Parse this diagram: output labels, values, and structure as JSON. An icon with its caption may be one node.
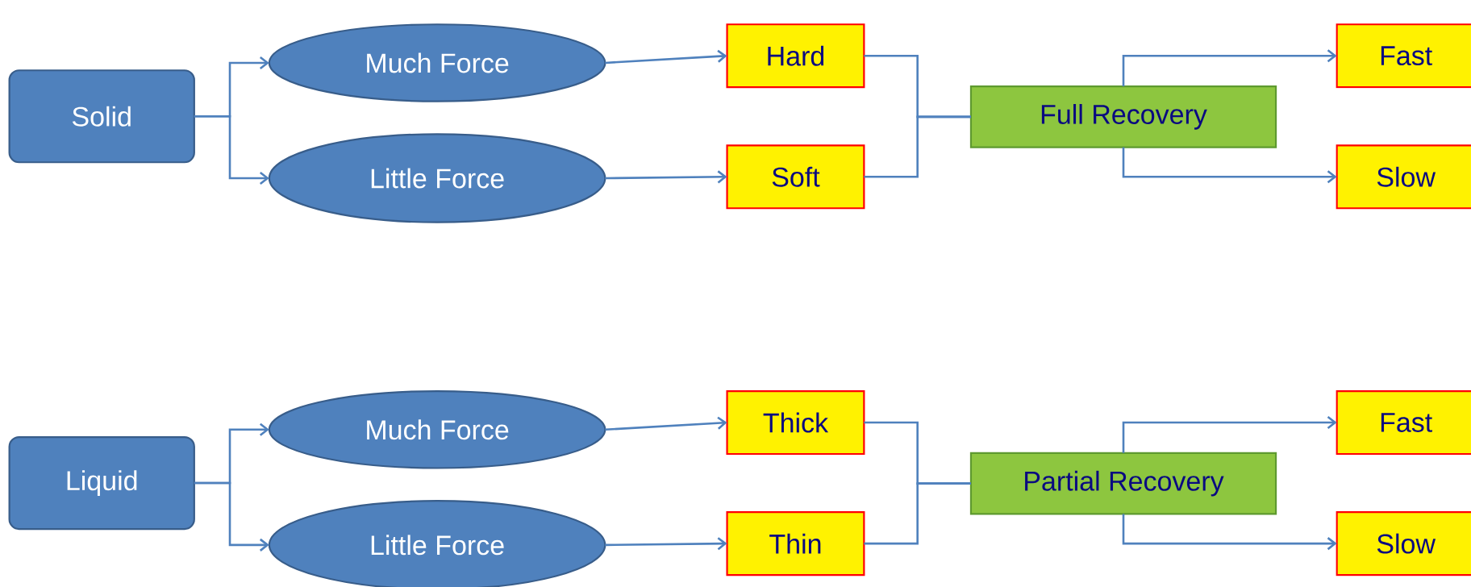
{
  "diagram": {
    "nodes": [
      {
        "text": [
          "Solid"
        ]
      },
      {
        "text": [
          "Much Force"
        ]
      },
      {
        "text": [
          "Little Force"
        ]
      },
      {
        "text": [
          "Hard"
        ]
      },
      {
        "text": [
          "Soft"
        ]
      },
      {
        "text": [
          "Full Recovery"
        ]
      },
      {
        "text": [
          "Fast"
        ]
      },
      {
        "text": [
          "Slow"
        ]
      },
      {
        "text": [
          "Liquid"
        ]
      },
      {
        "text": [
          "Much Force"
        ]
      },
      {
        "text": [
          "Little Force"
        ]
      },
      {
        "text": [
          "Thick"
        ]
      },
      {
        "text": [
          "Thin"
        ]
      },
      {
        "text": [
          "Partial Recovery"
        ]
      },
      {
        "text": [
          "Fast"
        ]
      },
      {
        "text": [
          "Slow"
        ]
      }
    ],
    "edges": [
      {
        "from": 0,
        "to": 1,
        "arrow": "to"
      },
      {
        "from": 0,
        "to": 2,
        "arrow": "to"
      },
      {
        "from": 1,
        "to": 3,
        "arrow": "to"
      },
      {
        "from": 2,
        "to": 4,
        "arrow": "to"
      },
      {
        "from": 3,
        "to": 5,
        "arrow": "none"
      },
      {
        "from": 4,
        "to": 5,
        "arrow": "none"
      },
      {
        "from": 5,
        "to": 6,
        "arrow": "to"
      },
      {
        "from": 5,
        "to": 7,
        "arrow": "to"
      },
      {
        "from": 8,
        "to": 9,
        "arrow": "to"
      },
      {
        "from": 8,
        "to": 10,
        "arrow": "to"
      },
      {
        "from": 9,
        "to": 11,
        "arrow": "to"
      },
      {
        "from": 10,
        "to": 12,
        "arrow": "to"
      },
      {
        "from": 11,
        "to": 13,
        "arrow": "none"
      },
      {
        "from": 12,
        "to": 13,
        "arrow": "none"
      },
      {
        "from": 13,
        "to": 14,
        "arrow": "to"
      },
      {
        "from": 13,
        "to": 15,
        "arrow": "to"
      }
    ]
  }
}
